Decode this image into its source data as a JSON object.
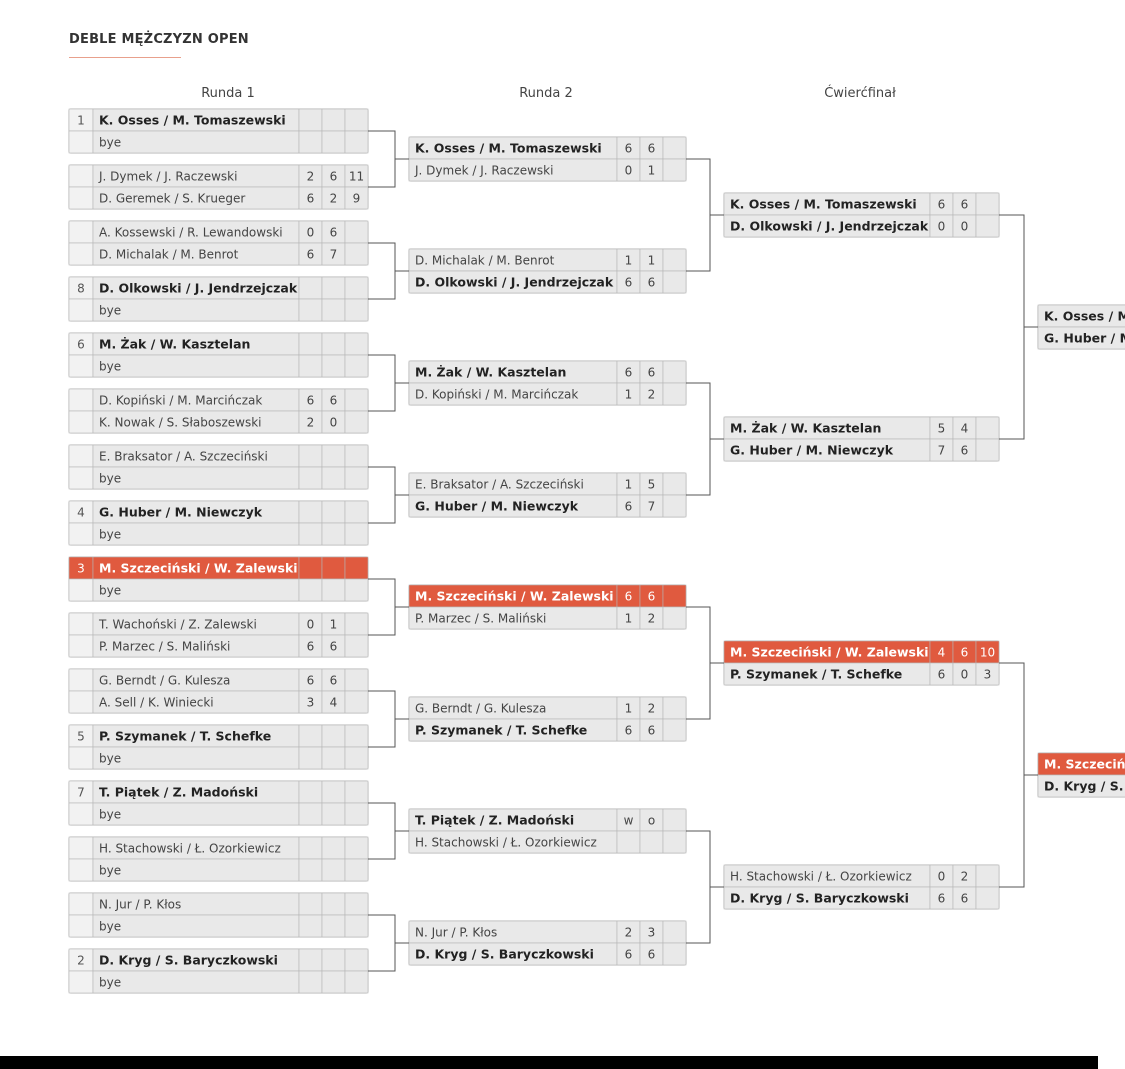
{
  "title": "DEBLE MĘŻCZYZN OPEN",
  "rounds": [
    "Runda 1",
    "Runda 2",
    "Ćwierćfinał"
  ],
  "colors": {
    "accent": "#e05a3f",
    "cell": "#e9e9e9",
    "border": "#b5b5b5",
    "line": "#555555"
  },
  "round1": [
    {
      "seed": "1",
      "p1": "K. Osses / M. Tomaszewski",
      "p1win": true,
      "p2": "bye",
      "p2win": false,
      "s1": [
        "",
        "",
        ""
      ],
      "s2": [
        "",
        "",
        ""
      ]
    },
    {
      "seed": "",
      "p1": "J. Dymek / J. Raczewski",
      "p1win": false,
      "p2": "D. Geremek / S. Krueger",
      "p2win": false,
      "s1": [
        "2",
        "6",
        "11"
      ],
      "s2": [
        "6",
        "2",
        "9"
      ]
    },
    {
      "seed": "",
      "p1": "A. Kossewski / R. Lewandowski",
      "p1win": false,
      "p2": "D. Michalak / M. Benrot",
      "p2win": false,
      "s1": [
        "0",
        "6",
        ""
      ],
      "s2": [
        "6",
        "7",
        ""
      ]
    },
    {
      "seed": "8",
      "p1": "D. Olkowski / J. Jendrzejczak",
      "p1win": true,
      "p2": "bye",
      "p2win": false,
      "s1": [
        "",
        "",
        ""
      ],
      "s2": [
        "",
        "",
        ""
      ]
    },
    {
      "seed": "6",
      "p1": "M. Żak / W. Kasztelan",
      "p1win": true,
      "p2": "bye",
      "p2win": false,
      "s1": [
        "",
        "",
        ""
      ],
      "s2": [
        "",
        "",
        ""
      ]
    },
    {
      "seed": "",
      "p1": "D. Kopiński / M. Marcińczak",
      "p1win": false,
      "p2": "K. Nowak / S. Słaboszewski",
      "p2win": false,
      "s1": [
        "6",
        "6",
        ""
      ],
      "s2": [
        "2",
        "0",
        ""
      ]
    },
    {
      "seed": "",
      "p1": "E. Braksator / A. Szczeciński",
      "p1win": false,
      "p2": "bye",
      "p2win": false,
      "s1": [
        "",
        "",
        ""
      ],
      "s2": [
        "",
        "",
        ""
      ]
    },
    {
      "seed": "4",
      "p1": "G. Huber / M. Niewczyk",
      "p1win": true,
      "p2": "bye",
      "p2win": false,
      "s1": [
        "",
        "",
        ""
      ],
      "s2": [
        "",
        "",
        ""
      ]
    },
    {
      "seed": "3",
      "p1": "M. Szczeciński / W. Zalewski",
      "p1win": true,
      "p2": "bye",
      "p2win": false,
      "s1": [
        "",
        "",
        ""
      ],
      "s2": [
        "",
        "",
        ""
      ],
      "highlight": true
    },
    {
      "seed": "",
      "p1": "T. Wachoński / Z. Zalewski",
      "p1win": false,
      "p2": "P. Marzec / S. Maliński",
      "p2win": false,
      "s1": [
        "0",
        "1",
        ""
      ],
      "s2": [
        "6",
        "6",
        ""
      ]
    },
    {
      "seed": "",
      "p1": "G. Berndt / G. Kulesza",
      "p1win": false,
      "p2": "A. Sell / K. Winiecki",
      "p2win": false,
      "s1": [
        "6",
        "6",
        ""
      ],
      "s2": [
        "3",
        "4",
        ""
      ]
    },
    {
      "seed": "5",
      "p1": "P. Szymanek / T. Schefke",
      "p1win": true,
      "p2": "bye",
      "p2win": false,
      "s1": [
        "",
        "",
        ""
      ],
      "s2": [
        "",
        "",
        ""
      ]
    },
    {
      "seed": "7",
      "p1": "T. Piątek / Z. Madoński",
      "p1win": true,
      "p2": "bye",
      "p2win": false,
      "s1": [
        "",
        "",
        ""
      ],
      "s2": [
        "",
        "",
        ""
      ]
    },
    {
      "seed": "",
      "p1": "H. Stachowski / Ł. Ozorkiewicz",
      "p1win": false,
      "p2": "bye",
      "p2win": false,
      "s1": [
        "",
        "",
        ""
      ],
      "s2": [
        "",
        "",
        ""
      ]
    },
    {
      "seed": "",
      "p1": "N. Jur / P. Kłos",
      "p1win": false,
      "p2": "bye",
      "p2win": false,
      "s1": [
        "",
        "",
        ""
      ],
      "s2": [
        "",
        "",
        ""
      ]
    },
    {
      "seed": "2",
      "p1": "D. Kryg / S. Baryczkowski",
      "p1win": true,
      "p2": "bye",
      "p2win": false,
      "s1": [
        "",
        "",
        ""
      ],
      "s2": [
        "",
        "",
        ""
      ]
    }
  ],
  "round2": [
    {
      "p1": "K. Osses / M. Tomaszewski",
      "p1win": true,
      "p2": "J. Dymek / J. Raczewski",
      "p2win": false,
      "s1": [
        "6",
        "6"
      ],
      "s2": [
        "0",
        "1"
      ]
    },
    {
      "p1": "D. Michalak / M. Benrot",
      "p1win": false,
      "p2": "D. Olkowski / J. Jendrzejczak",
      "p2win": true,
      "s1": [
        "1",
        "1"
      ],
      "s2": [
        "6",
        "6"
      ]
    },
    {
      "p1": "M. Żak / W. Kasztelan",
      "p1win": true,
      "p2": "D. Kopiński / M. Marcińczak",
      "p2win": false,
      "s1": [
        "6",
        "6"
      ],
      "s2": [
        "1",
        "2"
      ]
    },
    {
      "p1": "E. Braksator / A. Szczeciński",
      "p1win": false,
      "p2": "G. Huber / M. Niewczyk",
      "p2win": true,
      "s1": [
        "1",
        "5"
      ],
      "s2": [
        "6",
        "7"
      ]
    },
    {
      "p1": "M. Szczeciński / W. Zalewski",
      "p1win": true,
      "p2": "P. Marzec / S. Maliński",
      "p2win": false,
      "s1": [
        "6",
        "6"
      ],
      "s2": [
        "1",
        "2"
      ],
      "highlight": true
    },
    {
      "p1": "G. Berndt / G. Kulesza",
      "p1win": false,
      "p2": "P. Szymanek / T. Schefke",
      "p2win": true,
      "s1": [
        "1",
        "2"
      ],
      "s2": [
        "6",
        "6"
      ]
    },
    {
      "p1": "T. Piątek / Z. Madoński",
      "p1win": true,
      "p2": "H. Stachowski / Ł. Ozorkiewicz",
      "p2win": false,
      "s1": [
        "w",
        "o"
      ],
      "s2": [
        "",
        ""
      ]
    },
    {
      "p1": "N. Jur / P. Kłos",
      "p1win": false,
      "p2": "D. Kryg / S. Baryczkowski",
      "p2win": true,
      "s1": [
        "2",
        "3"
      ],
      "s2": [
        "6",
        "6"
      ]
    }
  ],
  "quarterfinals": [
    {
      "p1": "K. Osses / M. Tomaszewski",
      "p1win": true,
      "p2": "D. Olkowski / J. Jendrzejczak",
      "p2win": true,
      "s1": [
        "6",
        "6",
        ""
      ],
      "s2": [
        "0",
        "0",
        ""
      ]
    },
    {
      "p1": "M. Żak / W. Kasztelan",
      "p1win": true,
      "p2": "G. Huber / M. Niewczyk",
      "p2win": true,
      "s1": [
        "5",
        "4",
        ""
      ],
      "s2": [
        "7",
        "6",
        ""
      ]
    },
    {
      "p1": "M. Szczeciński / W. Zalewski",
      "p1win": true,
      "p2": "P. Szymanek / T. Schefke",
      "p2win": true,
      "s1": [
        "4",
        "6",
        "10"
      ],
      "s2": [
        "6",
        "0",
        "3"
      ],
      "highlight": true
    },
    {
      "p1": "H. Stachowski / Ł. Ozorkiewicz",
      "p1win": false,
      "p2": "D. Kryg / S. Baryczkowski",
      "p2win": true,
      "s1": [
        "0",
        "2",
        ""
      ],
      "s2": [
        "6",
        "6",
        ""
      ]
    }
  ],
  "semifinals": [
    {
      "p1": "K. Osses / M. Tomaszewski",
      "p2": "G. Huber / M. Niewczyk"
    },
    {
      "p1": "M. Szczeciński / W. Zalewski",
      "p2": "D. Kryg / S. Baryczkowski",
      "highlight": true
    }
  ]
}
